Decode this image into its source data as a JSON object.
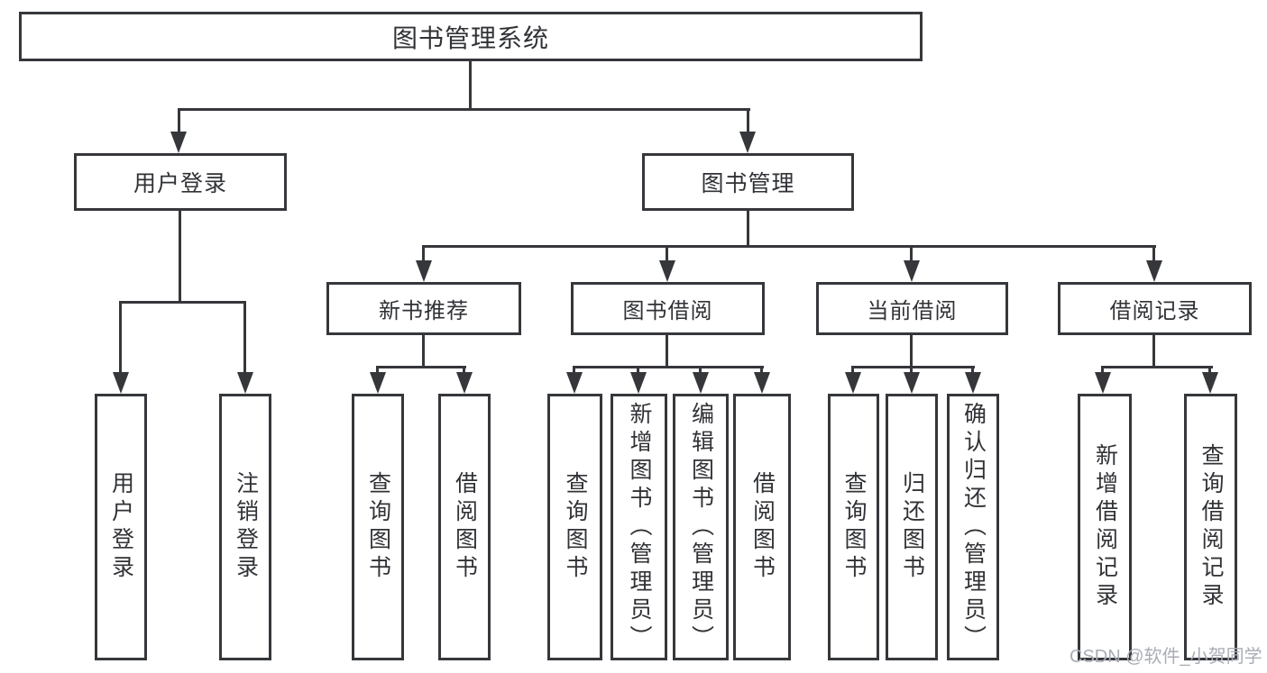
{
  "diagram": {
    "type": "hierarchy",
    "root": {
      "label": "图书管理系统",
      "children": [
        {
          "label": "用户登录",
          "children": [
            {
              "label": "用户登录"
            },
            {
              "label": "注销登录"
            }
          ]
        },
        {
          "label": "图书管理",
          "children": [
            {
              "label": "新书推荐",
              "children": [
                {
                  "label": "查询图书"
                },
                {
                  "label": "借阅图书"
                }
              ]
            },
            {
              "label": "图书借阅",
              "children": [
                {
                  "label": "查询图书"
                },
                {
                  "label": "新增图书（管理员）"
                },
                {
                  "label": "编辑图书（管理员）"
                },
                {
                  "label": "借阅图书"
                }
              ]
            },
            {
              "label": "当前借阅",
              "children": [
                {
                  "label": "查询图书"
                },
                {
                  "label": "归还图书"
                },
                {
                  "label": "确认归还（管理员）"
                }
              ]
            },
            {
              "label": "借阅记录",
              "children": [
                {
                  "label": "新增借阅记录"
                },
                {
                  "label": "查询借阅记录"
                }
              ]
            }
          ]
        }
      ]
    }
  },
  "colors": {
    "line": "#35373b",
    "box_border": "#35373b",
    "text": "#303236",
    "watermark": "#a9adb5",
    "background": "#ffffff"
  },
  "watermark": {
    "text": "CSDN @软件_小贺同学"
  }
}
